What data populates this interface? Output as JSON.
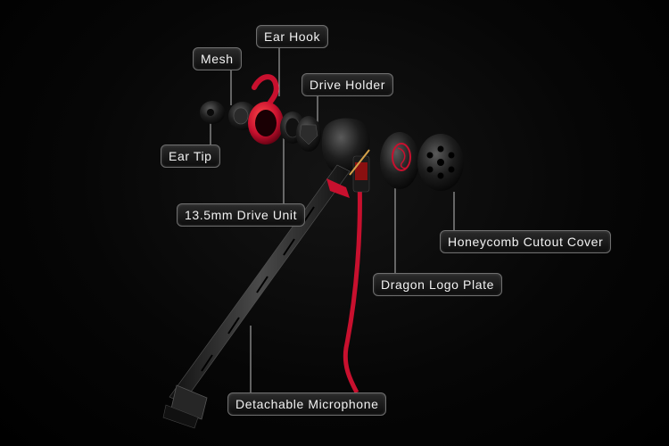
{
  "labels": {
    "mesh": "Mesh",
    "ear_hook": "Ear Hook",
    "drive_holder": "Drive Holder",
    "ear_tip": "Ear Tip",
    "drive_unit": "13.5mm Drive Unit",
    "honeycomb": "Honeycomb Cutout Cover",
    "dragon_logo": "Dragon Logo Plate",
    "microphone": "Detachable Microphone"
  },
  "colors": {
    "accent": "#c8102e",
    "background": "#000000",
    "connector": "#bdbdbd"
  }
}
